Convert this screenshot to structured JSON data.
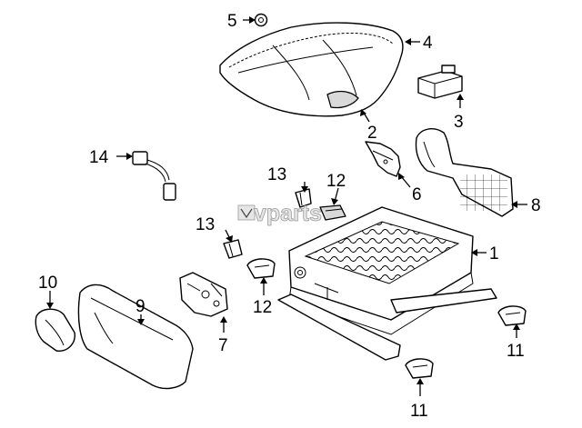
{
  "watermark": {
    "text": "vparts"
  },
  "callouts": [
    {
      "id": "c1",
      "label": "1"
    },
    {
      "id": "c2",
      "label": "2"
    },
    {
      "id": "c3",
      "label": "3"
    },
    {
      "id": "c4",
      "label": "4"
    },
    {
      "id": "c5",
      "label": "5"
    },
    {
      "id": "c6",
      "label": "6"
    },
    {
      "id": "c7",
      "label": "7"
    },
    {
      "id": "c8",
      "label": "8"
    },
    {
      "id": "c9",
      "label": "9"
    },
    {
      "id": "c10",
      "label": "10"
    },
    {
      "id": "c11a",
      "label": "11"
    },
    {
      "id": "c11b",
      "label": "11"
    },
    {
      "id": "c12a",
      "label": "12"
    },
    {
      "id": "c12b",
      "label": "12"
    },
    {
      "id": "c13a",
      "label": "13"
    },
    {
      "id": "c13b",
      "label": "13"
    },
    {
      "id": "c14",
      "label": "14"
    }
  ]
}
